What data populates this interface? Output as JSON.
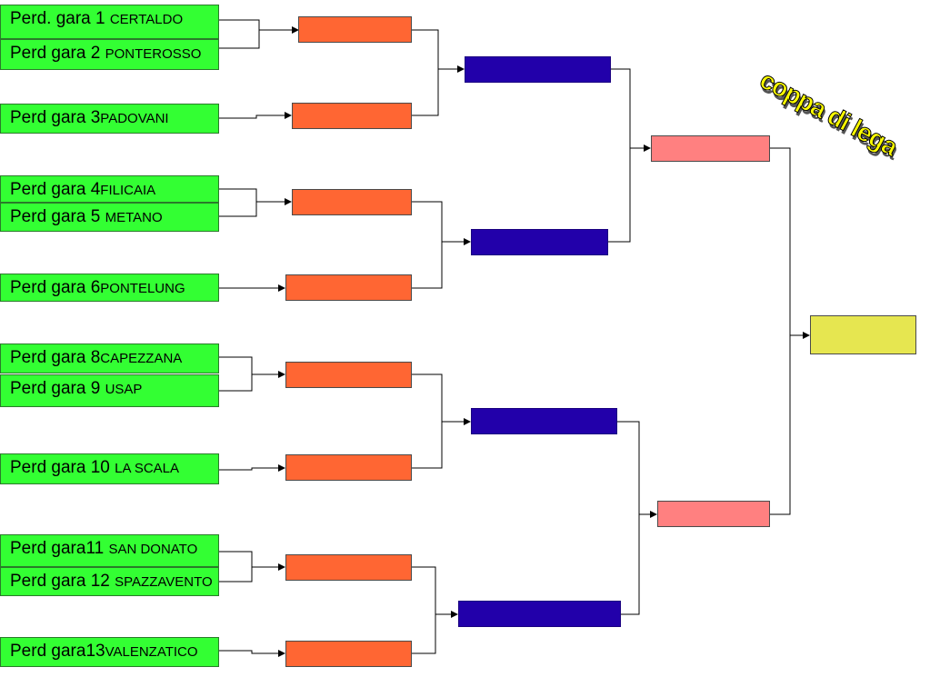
{
  "title": "coppa di lega",
  "entries": [
    {
      "label": "Perd. gara 1 ",
      "team": "CERTALDO"
    },
    {
      "label": "Perd gara 2 ",
      "team": "PONTEROSSO"
    },
    {
      "label": "Perd gara 3",
      "team": "PADOVANI"
    },
    {
      "label": "Perd gara 4",
      "team": "FILICAIA"
    },
    {
      "label": "Perd gara 5 ",
      "team": "METANO"
    },
    {
      "label": "Perd gara 6",
      "team": "PONTELUNG"
    },
    {
      "label": "Perd gara 8",
      "team": "CAPEZZANA"
    },
    {
      "label": "Perd gara 9 ",
      "team": "USAP"
    },
    {
      "label": "Perd gara 10 ",
      "team": "LA SCALA"
    },
    {
      "label": "Perd gara11 ",
      "team": "SAN DONATO"
    },
    {
      "label": "Perd gara 12 ",
      "team": "SPAZZAVENTO"
    },
    {
      "label": "Perd gara13",
      "team": "VALENZATICO"
    }
  ],
  "colors": {
    "entry": "#33ff33",
    "round1": "#ff6633",
    "round2": "#2200aa",
    "semifinal": "#ff8080",
    "final": "#e6e650"
  }
}
